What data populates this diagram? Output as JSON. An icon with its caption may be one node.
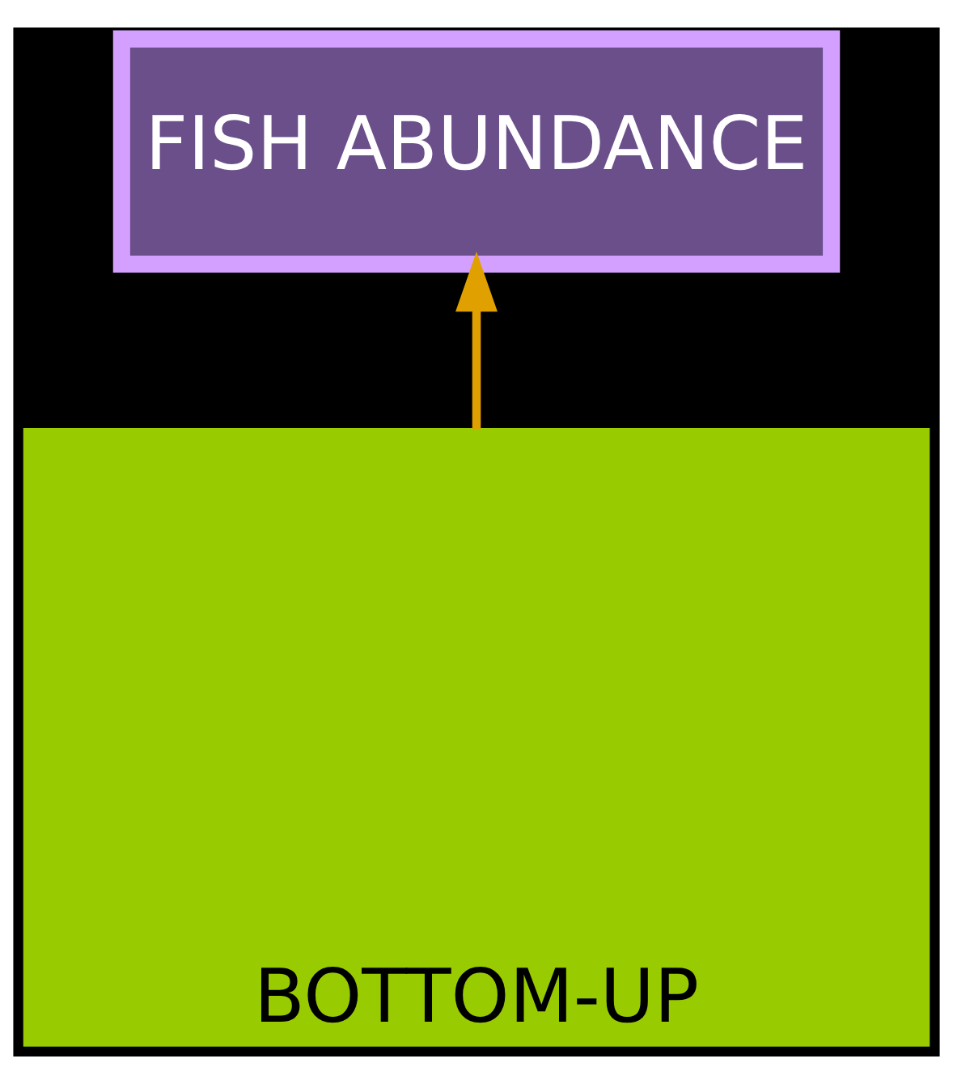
{
  "diagram": {
    "nodes": [
      {
        "text": [
          "FISH ABUNDANCE"
        ]
      },
      {
        "text": [
          "BOTTOM-UP"
        ]
      }
    ],
    "edges": [
      {
        "from": 1,
        "to": 0,
        "arrow": "to"
      }
    ]
  }
}
